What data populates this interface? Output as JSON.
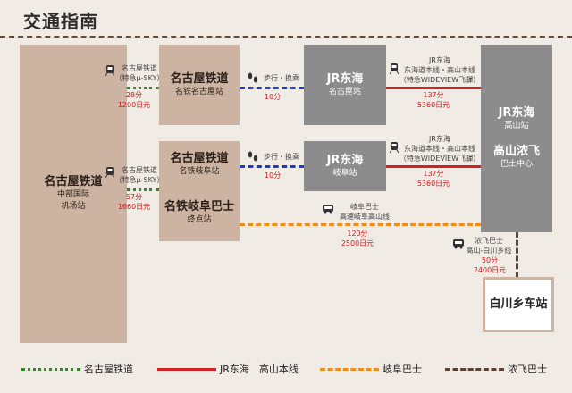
{
  "title": "交通指南",
  "nodes": {
    "chubu": {
      "name": "名古屋铁道",
      "sub1": "中部国际",
      "sub2": "机场站"
    },
    "meitetsu_nagoya": {
      "name": "名古屋铁道",
      "sub": "名铁名古屋站"
    },
    "jr_nagoya": {
      "name": "JR东海",
      "sub": "名古屋站"
    },
    "meitetsu_gifu": {
      "name": "名古屋铁道",
      "sub": "名铁岐阜站"
    },
    "gifu_bus": {
      "name": "名铁岐阜巴士",
      "sub": "终点站"
    },
    "jr_gifu": {
      "name": "JR东海",
      "sub": "岐阜站"
    },
    "takayama": {
      "name1": "JR东海",
      "sub1": "高山站",
      "name2": "高山浓飞",
      "sub2": "巴士中心"
    },
    "shirakawa": {
      "name": "白川乡车站"
    }
  },
  "routes": {
    "r1": {
      "l1": "名古屋铁道",
      "l2": "（特急μ-SKY）",
      "min": "28分",
      "fare": "1200日元"
    },
    "r2": {
      "l1": "步行・换乘",
      "min": "10分"
    },
    "r3": {
      "l1": "JR东海",
      "l2": "东海道本线・高山本线",
      "l3": "（特急WIDEVIEW飞驒）",
      "min": "137分",
      "fare": "5360日元"
    },
    "r4": {
      "l1": "名古屋铁道",
      "l2": "（特急μ-SKY）",
      "min": "57分",
      "fare": "1660日元"
    },
    "r5": {
      "l1": "步行・换乘",
      "min": "10分"
    },
    "r6": {
      "l1": "JR东海",
      "l2": "东海道本线・高山本线",
      "l3": "（特急WIDEVIEW飞驒）",
      "min": "137分",
      "fare": "5360日元"
    },
    "r7": {
      "l1": "岐阜巴士",
      "l2": "高速岐阜高山线",
      "min": "120分",
      "fare": "2500日元"
    },
    "r8": {
      "l1": "浓飞巴士",
      "l2": "高山-白川乡线",
      "min": "50分",
      "fare": "2400日元"
    }
  },
  "legend": [
    "名古屋铁道",
    "JR东海　高山本线",
    "岐阜巴士",
    "浓飞巴士"
  ],
  "colors": {
    "meitetsu": "#2f8a22",
    "walk": "#1b3ac4",
    "jr": "#d32222",
    "gifu_bus": "#ef8c1c",
    "nohi_bus": "#5a4132"
  },
  "icons": [
    "train-icon",
    "walk-icon",
    "bus-icon"
  ]
}
